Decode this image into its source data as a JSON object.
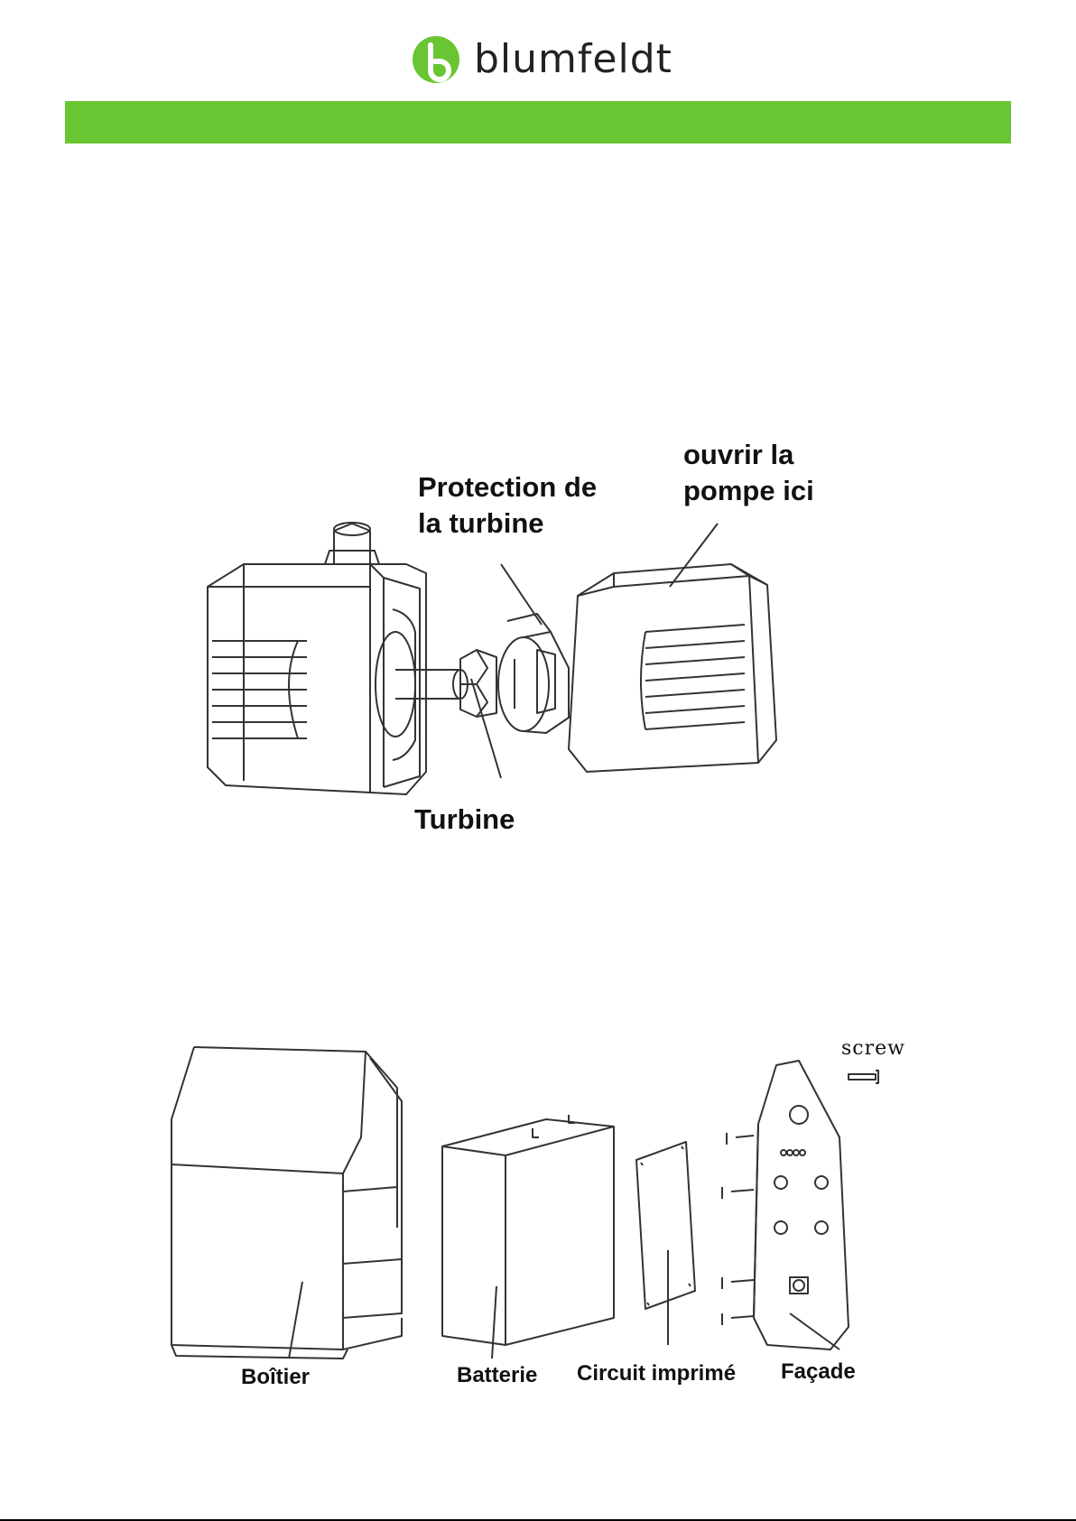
{
  "brand": {
    "name": "blumfeldt",
    "accent_color": "#69c531"
  },
  "pump_figure": {
    "labels": {
      "impeller_cover": "Protection de\nla turbine",
      "open_here": "ouvrir la\npompe ici",
      "impeller": "Turbine"
    }
  },
  "housing_figure": {
    "labels": {
      "housing": "Boîtier",
      "battery": "Batterie",
      "circuit_board": "Circuit imprimé",
      "front_panel": "Façade",
      "screw": "screw"
    }
  }
}
